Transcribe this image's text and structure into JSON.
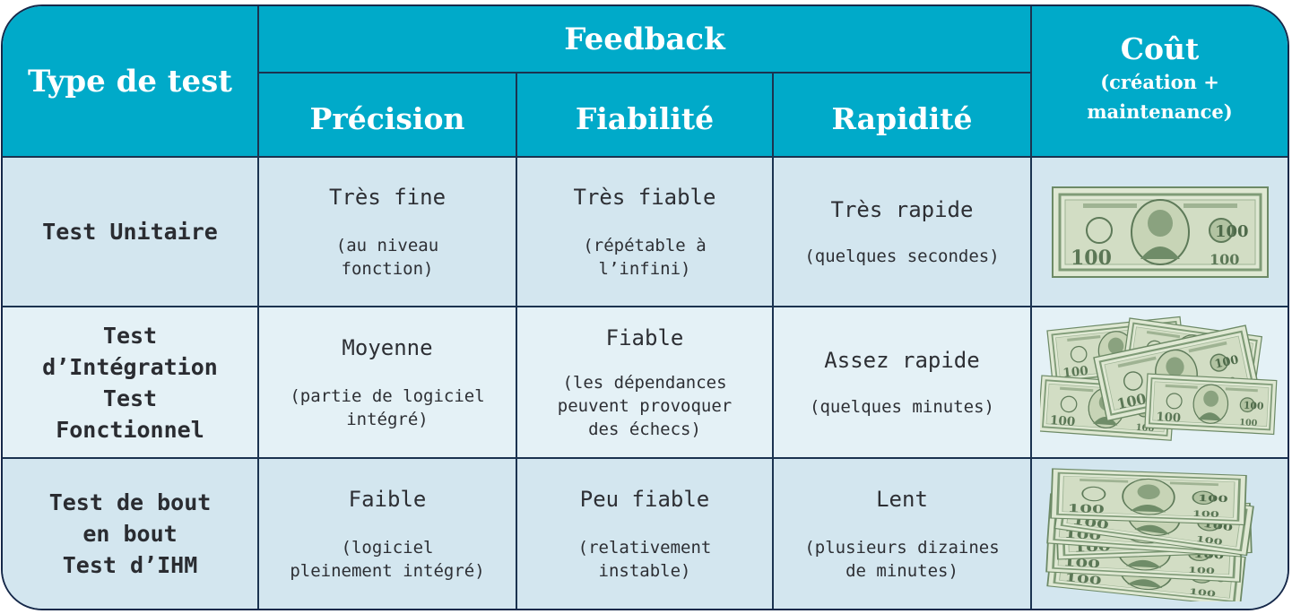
{
  "header": {
    "type_label": "Type de test",
    "feedback_label": "Feedback",
    "precision_label": "Précision",
    "fiabilite_label": "Fiabilité",
    "rapidite_label": "Rapidité",
    "cost_label": "Coût",
    "cost_sub_1": "(création +",
    "cost_sub_2": "maintenance)"
  },
  "rows": [
    {
      "type": [
        "Test Unitaire"
      ],
      "precision": {
        "main": "Très fine",
        "sub": [
          "(au niveau",
          "fonction)"
        ]
      },
      "fiabilite": {
        "main": "Très fiable",
        "sub": [
          "(répétable à",
          "l’infini)"
        ]
      },
      "rapidite": {
        "main": "Très rapide",
        "sub": [
          "(quelques secondes)"
        ]
      },
      "cost_icon": "single-dollar-bill-icon"
    },
    {
      "type": [
        "Test",
        "d’Intégration",
        "Test",
        "Fonctionnel"
      ],
      "precision": {
        "main": "Moyenne",
        "sub": [
          "(partie de logiciel",
          "intégré)"
        ]
      },
      "fiabilite": {
        "main": "Fiable",
        "sub": [
          "(les dépendances",
          "peuvent provoquer",
          "des échecs)"
        ]
      },
      "rapidite": {
        "main": "Assez rapide",
        "sub": [
          "(quelques minutes)"
        ]
      },
      "cost_icon": "several-dollar-bills-icon"
    },
    {
      "type": [
        "Test de bout",
        "en bout",
        "Test d’IHM"
      ],
      "precision": {
        "main": "Faible",
        "sub": [
          "(logiciel",
          "pleinement intégré)"
        ]
      },
      "fiabilite": {
        "main": "Peu fiable",
        "sub": [
          "(relativement",
          "instable)"
        ]
      },
      "rapidite": {
        "main": "Lent",
        "sub": [
          "(plusieurs dizaines",
          "de minutes)"
        ]
      },
      "cost_icon": "stack-of-dollar-bills-icon"
    }
  ],
  "colors": {
    "header_bg": "#00aac9",
    "row_bg_a": "#d3e6ef",
    "row_bg_b": "#e4f1f6",
    "border": "#1b3350",
    "bill_green": "#8ba886"
  }
}
